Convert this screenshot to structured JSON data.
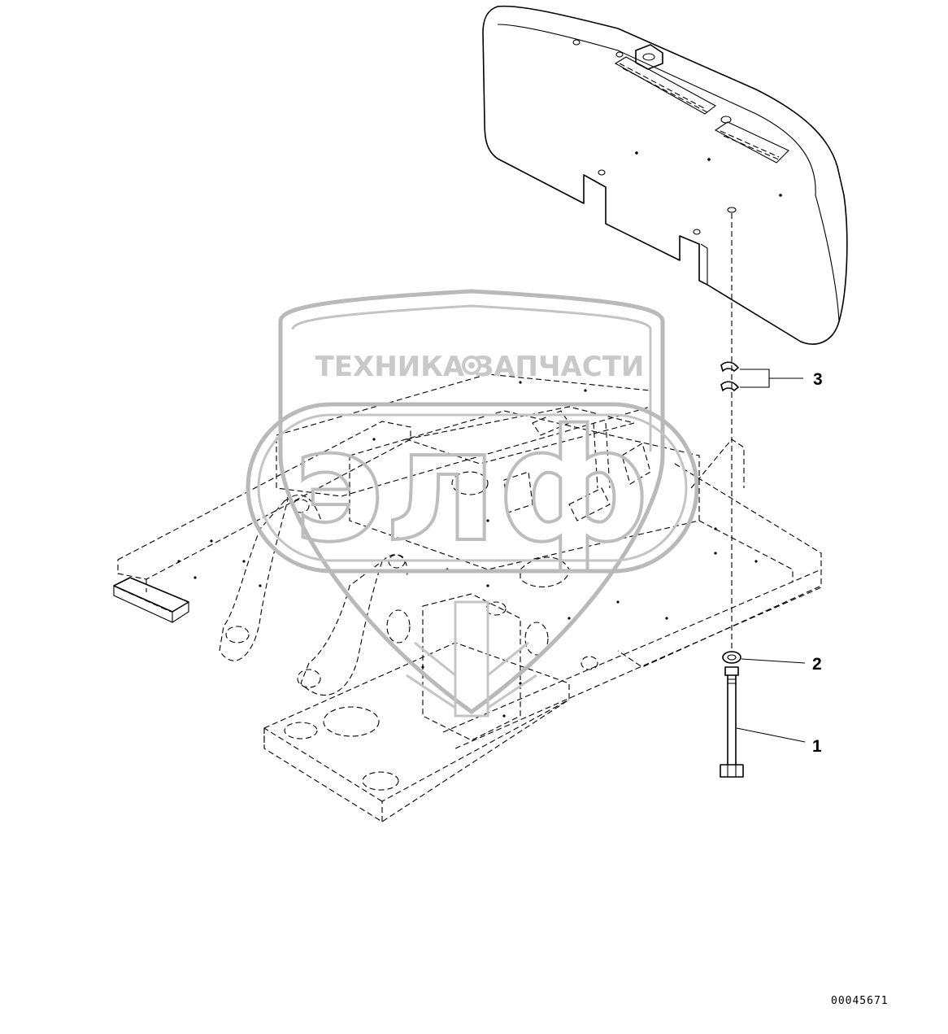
{
  "watermark": {
    "brand_line": "ТЕХНИКА  ЗАПЧАСТИ",
    "logo_text": "элф",
    "color": "#c4c4c4"
  },
  "callouts": [
    {
      "number": "1",
      "part": "bolt"
    },
    {
      "number": "2",
      "part": "washer"
    },
    {
      "number": "3",
      "part": "shims"
    }
  ],
  "drawing_code": "00045671",
  "colors": {
    "line": "#000000",
    "background": "#ffffff"
  }
}
